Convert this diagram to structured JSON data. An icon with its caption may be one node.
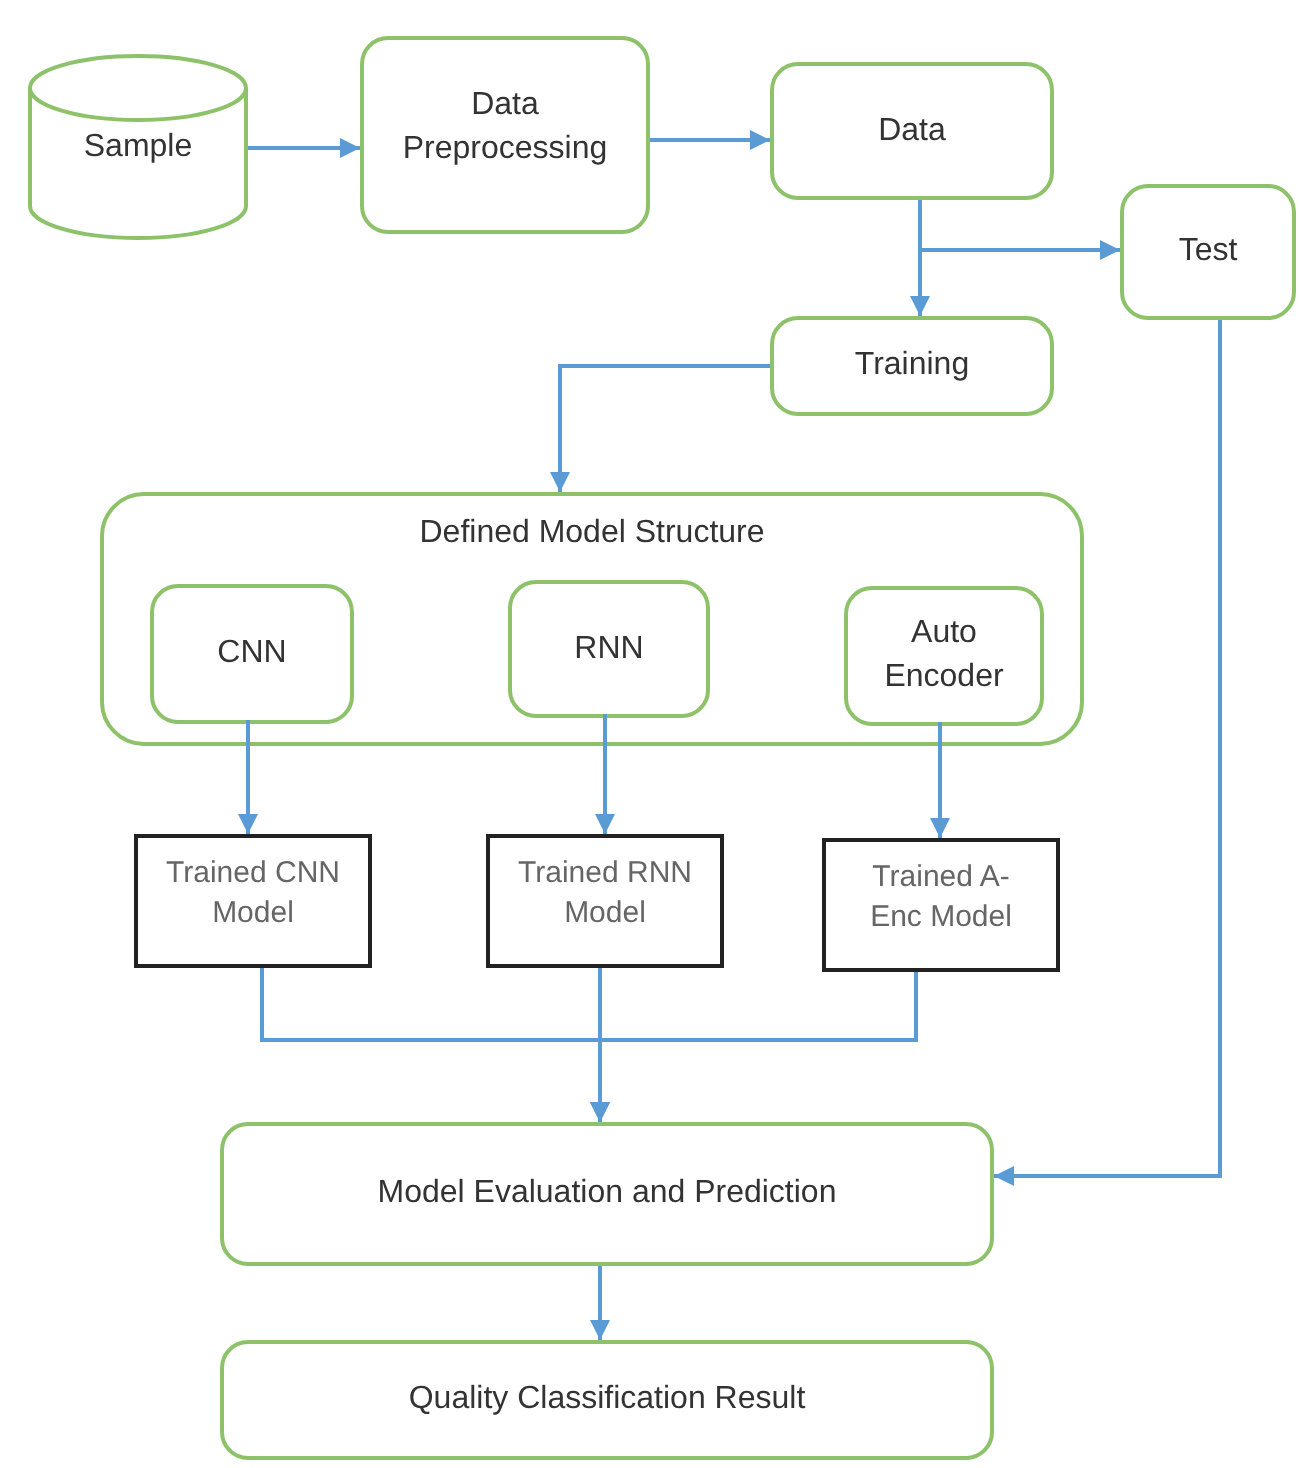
{
  "diagram": {
    "nodes": [
      {
        "text": [
          "Sample"
        ]
      },
      {
        "text": [
          "Data Preprocessing"
        ]
      },
      {
        "text": [
          "Data"
        ]
      },
      {
        "text": [
          "Test"
        ]
      },
      {
        "text": [
          "Training"
        ]
      },
      {
        "text": [
          "Defined Model Structure"
        ]
      },
      {
        "text": [
          "CNN"
        ],
        "in": 5
      },
      {
        "text": [
          "RNN"
        ],
        "in": 5
      },
      {
        "text": [
          "Auto Encoder"
        ],
        "in": 5
      },
      {
        "text": [
          "Trained CNN Model"
        ]
      },
      {
        "text": [
          "Trained RNN Model"
        ]
      },
      {
        "text": [
          "Trained A-Enc Model"
        ]
      },
      {
        "text": [
          "Model Evaluation and Prediction"
        ]
      },
      {
        "text": [
          "Quality Classification Result"
        ]
      }
    ],
    "edges": [
      {
        "from": 0,
        "to": 1,
        "arrow": "to"
      },
      {
        "from": 1,
        "to": 2,
        "arrow": "to"
      },
      {
        "from": 2,
        "to": 4,
        "arrow": "to"
      },
      {
        "from": 2,
        "to": 3,
        "arrow": "to"
      },
      {
        "from": 4,
        "to": 5,
        "arrow": "to"
      },
      {
        "from": 6,
        "to": 9,
        "arrow": "to"
      },
      {
        "from": 7,
        "to": 10,
        "arrow": "to"
      },
      {
        "from": 8,
        "to": 11,
        "arrow": "to"
      },
      {
        "from": 9,
        "to": 12,
        "arrow": "to"
      },
      {
        "from": 10,
        "to": 12,
        "arrow": "to"
      },
      {
        "from": 11,
        "to": 12,
        "arrow": "to"
      },
      {
        "from": 3,
        "to": 12,
        "arrow": "to"
      },
      {
        "from": 12,
        "to": 13,
        "arrow": "to"
      }
    ]
  }
}
